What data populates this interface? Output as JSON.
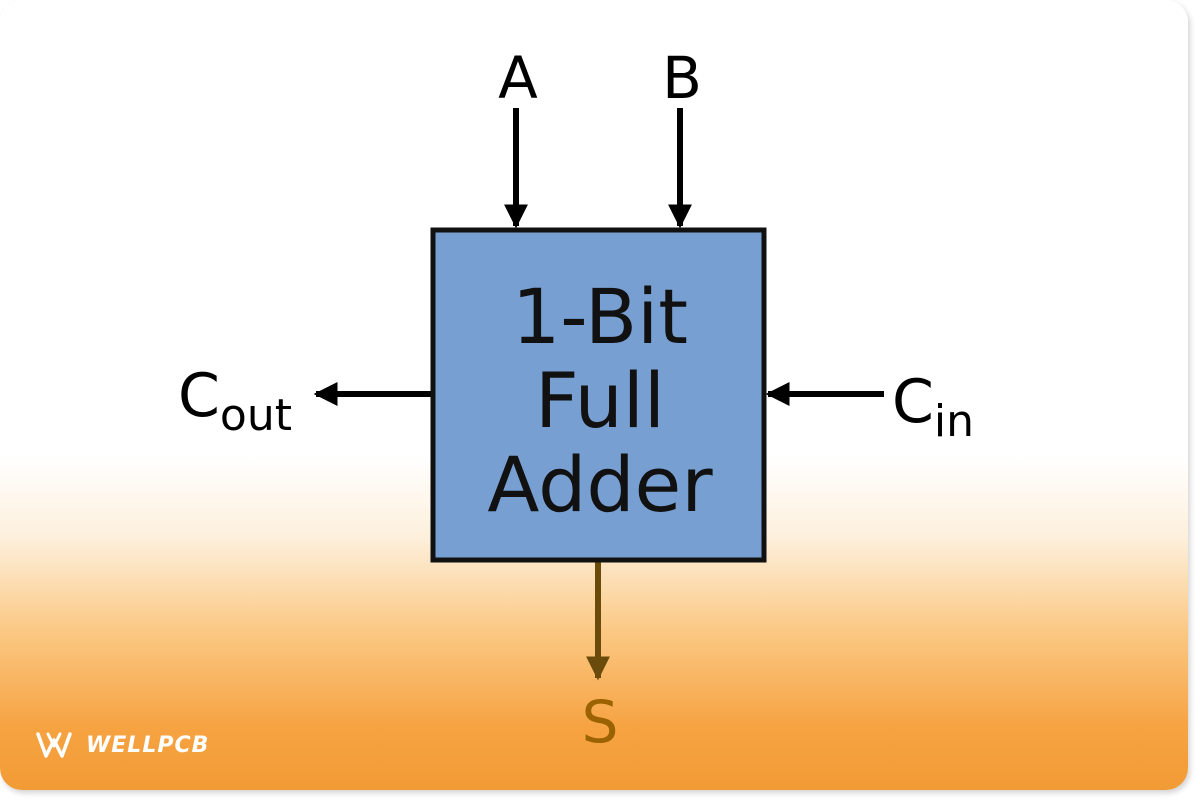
{
  "diagram": {
    "title": "",
    "block_lines": [
      "1-Bit",
      "Full",
      "Adder"
    ],
    "inputs": {
      "a": "A",
      "b": "B",
      "cin_main": "C",
      "cin_sub": "in"
    },
    "outputs": {
      "cout_main": "C",
      "cout_sub": "out",
      "sum": "S"
    }
  },
  "brand": {
    "name": "WELLPCB",
    "icon": "wellpcb-logo-icon"
  },
  "colors": {
    "block_fill": "#779fd2",
    "block_stroke": "#111111",
    "sum_line": "#6b4b0c",
    "sum_label": "#9a6200"
  }
}
